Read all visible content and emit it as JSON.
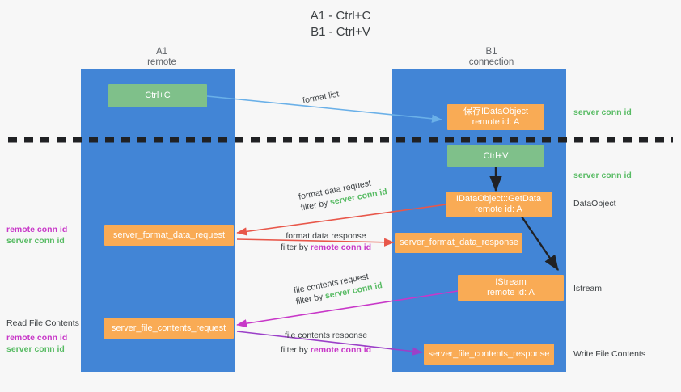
{
  "title": {
    "line1": "A1 - Ctrl+C",
    "line2": "B1 - Ctrl+V"
  },
  "columns": [
    {
      "name": "A1",
      "role": "remote"
    },
    {
      "name": "B1",
      "role": "connection"
    }
  ],
  "nodes": {
    "ctrl_c": {
      "label": "Ctrl+C"
    },
    "save_idataobject": {
      "line1": "保存IDataObject",
      "line2": "remote id: A"
    },
    "ctrl_v": {
      "label": "Ctrl+V"
    },
    "getdata": {
      "line1": "IDataObject::GetData",
      "line2": "remote id: A"
    },
    "istream": {
      "line1": "IStream",
      "line2": "remote id: A"
    },
    "server_format_data_request": {
      "label": "server_format_data_request"
    },
    "server_format_data_response": {
      "label": "server_format_data_response"
    },
    "server_file_contents_request": {
      "label": "server_file_contents_request"
    },
    "server_file_contents_response": {
      "label": "server_file_contents_response"
    }
  },
  "edges": {
    "format_list": {
      "label": "format list"
    },
    "format_data_request": {
      "line1": "format data request",
      "filter_prefix": "filter by ",
      "filter_value": "server conn id"
    },
    "format_data_response": {
      "line1": "format data response",
      "filter_prefix": "filter by ",
      "filter_value": "remote conn id"
    },
    "file_contents_request": {
      "line1": "file contents request",
      "filter_prefix": "filter by ",
      "filter_value": "server conn id"
    },
    "file_contents_response": {
      "line1": "file contents response",
      "filter_prefix": "filter by ",
      "filter_value": "remote conn id"
    }
  },
  "right_labels": {
    "server_conn_id_top": "server conn id",
    "server_conn_id_mid": "server conn id",
    "dataobject": "DataObject",
    "istream": "Istream",
    "write_file_contents": "Write File Contents"
  },
  "left_labels": {
    "conn_ids_top": {
      "remote": "remote conn id",
      "server": "server conn id"
    },
    "read_file_contents": "Read File Contents",
    "conn_ids_bottom": {
      "remote": "remote conn id",
      "server": "server conn id"
    }
  },
  "colors": {
    "lane": "#4285d6",
    "green_box": "#7fc08a",
    "orange_box": "#f9ab55",
    "green_text": "#57bb63",
    "magenta_text": "#c838c8",
    "blue_arrow": "#6ab0e8",
    "red_arrow": "#e8574a",
    "magenta_arrow": "#c838c8",
    "purple_arrow": "#9b40c8",
    "dark_arrow": "#202124",
    "background": "#f7f7f7"
  }
}
